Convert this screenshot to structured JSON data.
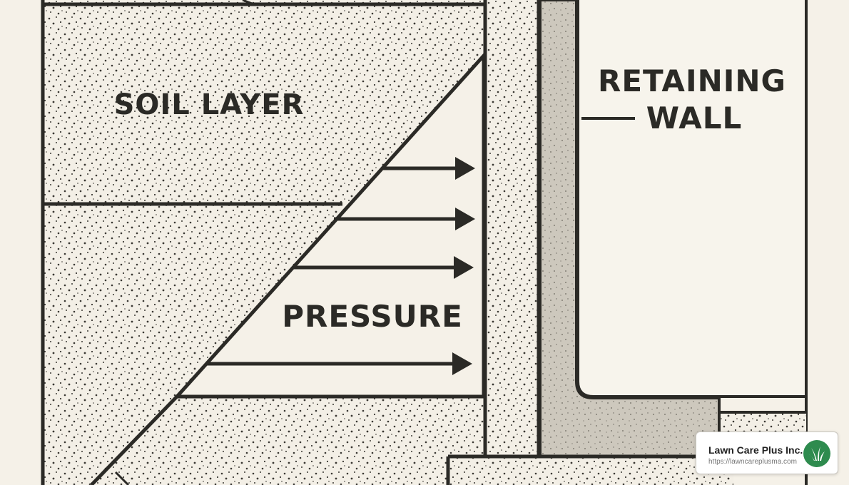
{
  "labels": {
    "soil_layer": "SOIL LAYER",
    "retaining_wall_line1": "RETAINING",
    "retaining_wall_line2": "WALL",
    "pressure": "PRESSURE"
  },
  "brand_card": {
    "name": "Lawn Care Plus Inc.",
    "url": "https://lawncareplusma.com",
    "logo_icon": "grass-leaf-icon",
    "logo_color": "#2e8b4e"
  },
  "colors": {
    "background": "#f5f1e8",
    "ink": "#2b2a26",
    "wall_fill": "#cdc8bd",
    "soil_fill": "#f3efe6"
  }
}
